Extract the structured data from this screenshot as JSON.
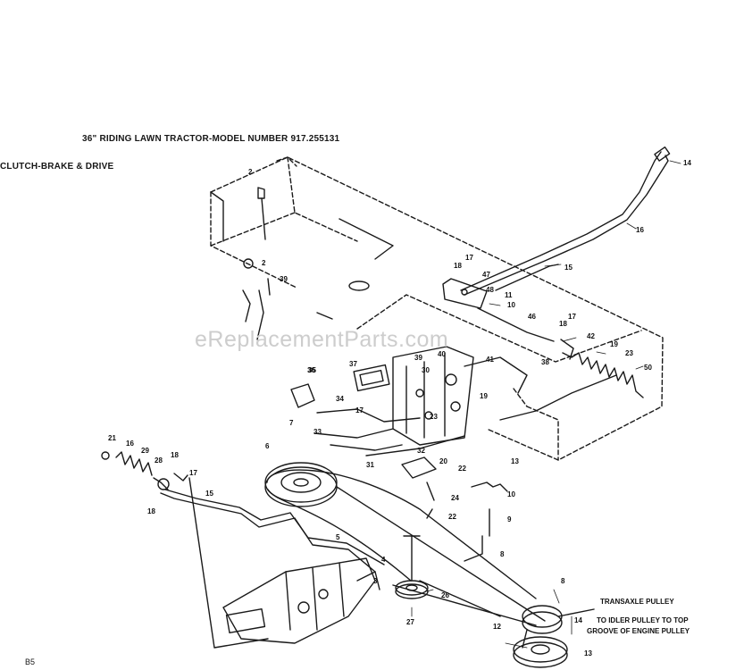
{
  "header": {
    "title": "36\" RIDING LAWN TRACTOR-MODEL NUMBER 917.255131",
    "section": "CLUTCH-BRAKE & DRIVE"
  },
  "watermark": "eReplacementParts.com",
  "page_code": "B5",
  "callouts": {
    "transaxle_pulley": "TRANSAXLE PULLEY",
    "belt_route_1": "TO IDLER PULLEY TO TOP",
    "belt_route_2": "GROOVE OF ENGINE PULLEY"
  },
  "part_numbers": [
    "14",
    "16",
    "2",
    "2",
    "39",
    "15",
    "17",
    "18",
    "47",
    "48",
    "11",
    "10",
    "46",
    "17",
    "18",
    "42",
    "19",
    "23",
    "38",
    "50",
    "36",
    "37",
    "39",
    "40",
    "41",
    "35",
    "34",
    "17",
    "33",
    "7",
    "19",
    "30",
    "20",
    "23",
    "22",
    "32",
    "13",
    "31",
    "21",
    "16",
    "29",
    "28",
    "18",
    "17",
    "15",
    "6",
    "18",
    "5",
    "4",
    "3",
    "24",
    "22",
    "10",
    "9",
    "8",
    "8",
    "26",
    "27",
    "12",
    "14",
    "13"
  ],
  "colors": {
    "ink": "#1a1a1a",
    "paper": "#ffffff",
    "watermark": "#cdcdcd"
  }
}
